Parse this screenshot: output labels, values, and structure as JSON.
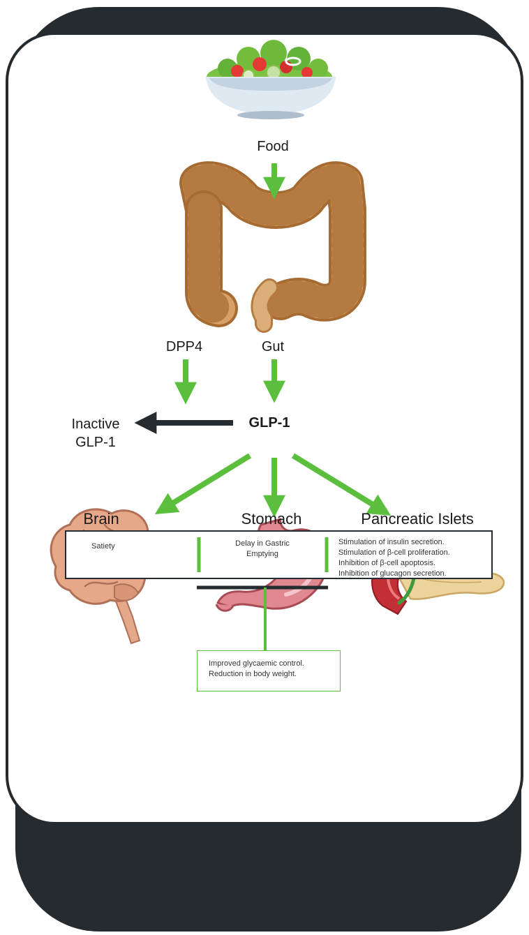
{
  "nodes": {
    "food": "Food",
    "dpp4": "DPP4",
    "gut": "Gut",
    "glp1": "GLP-1",
    "inactive_line1": "Inactive",
    "inactive_line2": "GLP-1",
    "brain": "Brain",
    "stomach": "Stomach",
    "pancreas": "Pancreatic Islets"
  },
  "effects": {
    "brain": [
      "Satiety"
    ],
    "stomach": [
      "Delay in Gastric",
      "Emptying"
    ],
    "pancreas": [
      "Stimulation of insulin secretion.",
      "Stimulation of β-cell proliferation.",
      "Inhibition of β-cell apoptosis.",
      "Inhibition of glucagon secretion."
    ]
  },
  "outcome": [
    "Improved glycaemic control.",
    "Reduction in body weight."
  ],
  "colors": {
    "arrow_green": "#5bbf3d",
    "arrow_dark": "#252b2f",
    "frame": "#252b2f"
  },
  "icons": [
    "salad-bowl-icon",
    "intestine-icon",
    "brain-icon",
    "stomach-icon",
    "pancreas-icon"
  ]
}
